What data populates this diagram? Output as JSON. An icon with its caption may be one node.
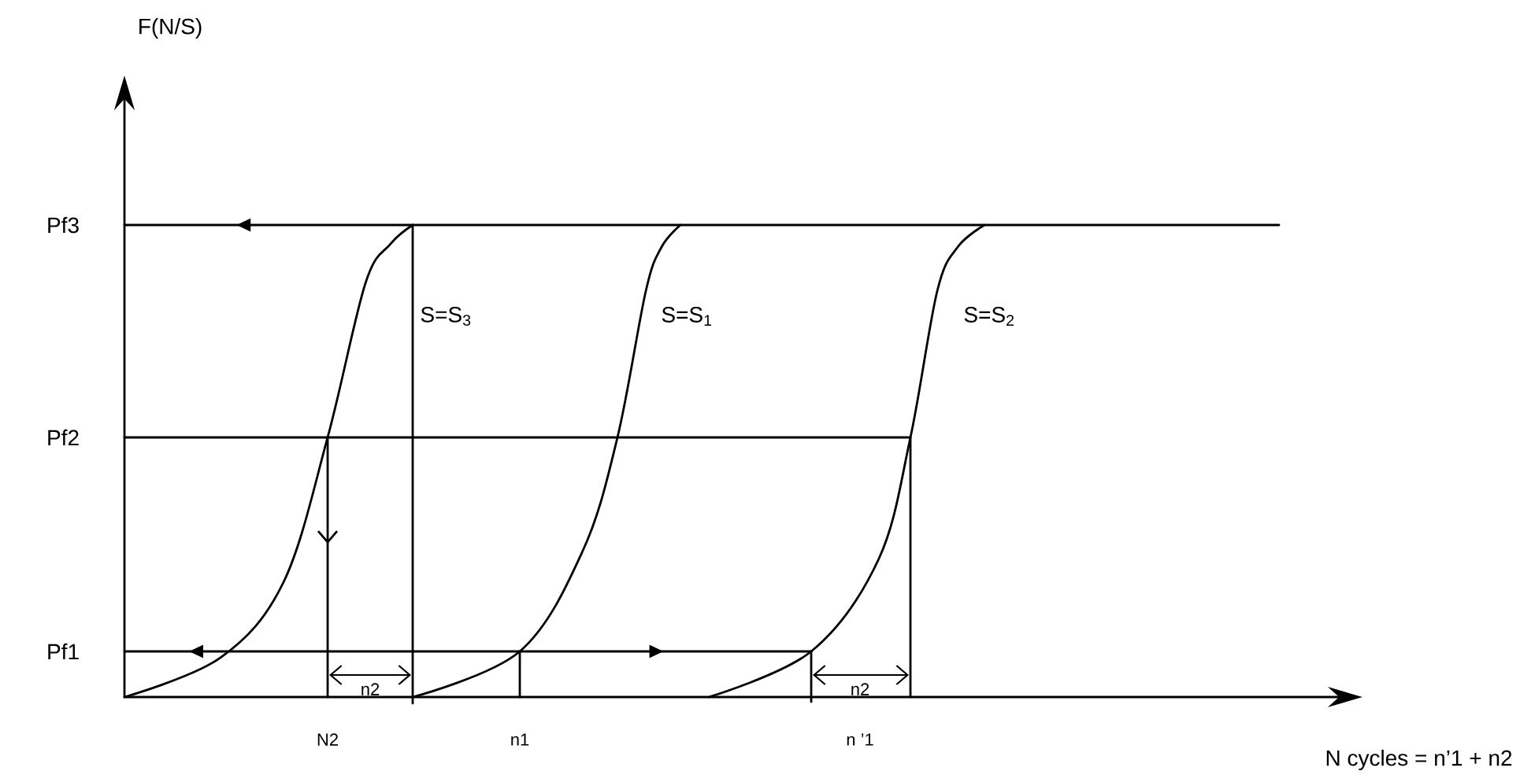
{
  "diagram": {
    "labels": [
      "F(N/S)",
      "Pf3",
      "Pf2",
      "Pf1",
      "S=S$_{3}$",
      "S=S$_{1}$",
      "S=S$_{2}$",
      "n2",
      "n2",
      "N2",
      "n1",
      "n ’1",
      "N cycles = n’1 + n2"
    ]
  }
}
